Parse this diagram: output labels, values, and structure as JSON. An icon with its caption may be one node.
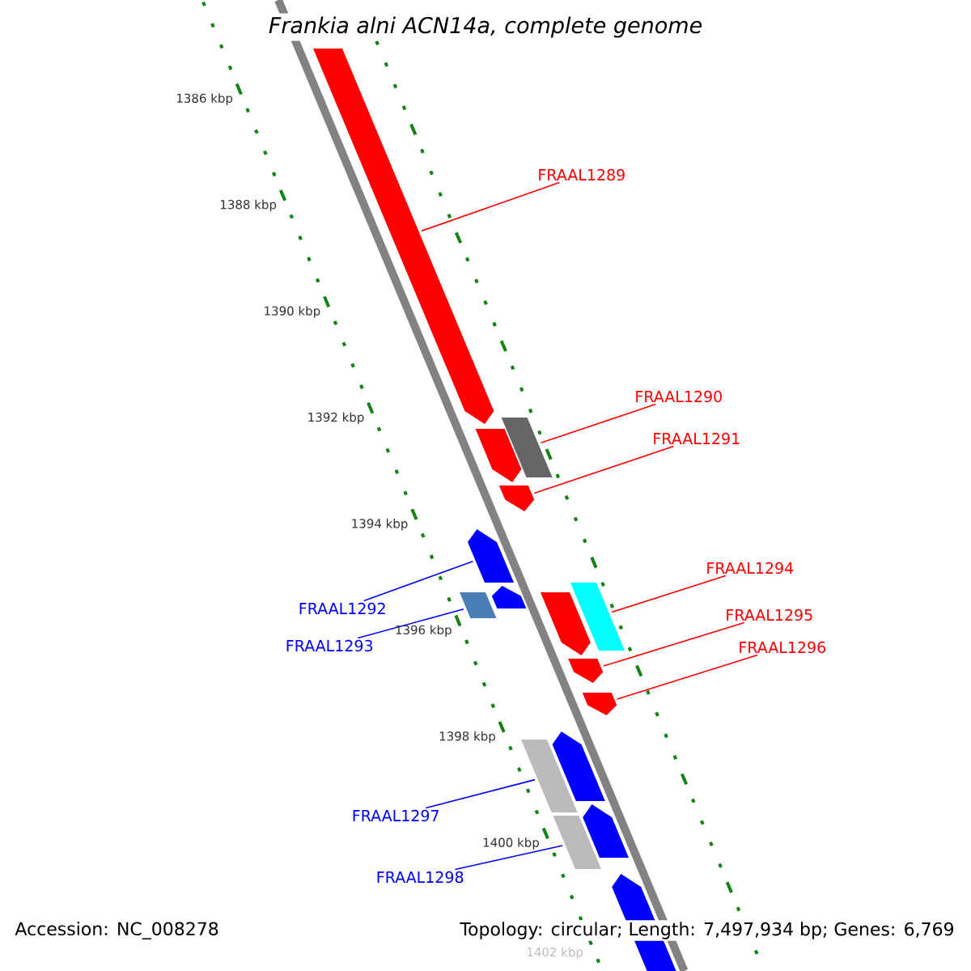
{
  "diagram": {
    "title": "Frankia alni ACN14a, complete genome",
    "nodes": [
      {
        "text": [
          "FRAAL1289"
        ]
      },
      {
        "text": [
          "FRAAL1290"
        ]
      },
      {
        "text": [
          "FRAAL1291"
        ]
      },
      {
        "text": [
          "FRAAL1292"
        ]
      },
      {
        "text": [
          "FRAAL1293"
        ]
      },
      {
        "text": [
          "FRAAL1294"
        ]
      },
      {
        "text": [
          "FRAAL1295"
        ]
      },
      {
        "text": [
          "FRAAL1296"
        ]
      },
      {
        "text": [
          "FRAAL1297"
        ]
      },
      {
        "text": [
          "FRAAL1298"
        ]
      },
      {
        "text": [],
        "shape": "pentagon"
      },
      {
        "text": [],
        "shape": "box"
      },
      {
        "text": [],
        "shape": "pentagon"
      },
      {
        "text": [],
        "shape": "pentagon"
      },
      {
        "text": [],
        "shape": "pentagon"
      },
      {
        "text": [],
        "shape": "box"
      },
      {
        "text": [],
        "shape": "pentagon"
      },
      {
        "text": [],
        "shape": "box"
      },
      {
        "text": [],
        "shape": "pentagon"
      },
      {
        "text": [],
        "shape": "pentagon"
      },
      {
        "text": [],
        "shape": "pentagon"
      },
      {
        "text": [],
        "shape": "pentagon"
      },
      {
        "text": [],
        "shape": "box"
      },
      {
        "text": [],
        "shape": "pentagon"
      },
      {
        "text": [],
        "shape": "box"
      },
      {
        "text": [],
        "shape": "pentagon"
      }
    ],
    "edges": [
      {
        "from": 0,
        "to": 10,
        "arrow": "none",
        "color": "#ff0000"
      },
      {
        "from": 1,
        "to": 11,
        "arrow": "none",
        "color": "#ff0000"
      },
      {
        "from": 2,
        "to": 13,
        "arrow": "none",
        "color": "#ff0000"
      },
      {
        "from": 3,
        "to": 14,
        "arrow": "none",
        "color": "#0000ff"
      },
      {
        "from": 4,
        "to": 17,
        "arrow": "none",
        "color": "#0000ff"
      },
      {
        "from": 5,
        "to": 15,
        "arrow": "none",
        "color": "#ff0000"
      },
      {
        "from": 6,
        "to": 19,
        "arrow": "none",
        "color": "#ff0000"
      },
      {
        "from": 7,
        "to": 20,
        "arrow": "none",
        "color": "#ff0000"
      },
      {
        "from": 8,
        "to": 22,
        "arrow": "none",
        "color": "#0000ff"
      },
      {
        "from": 9,
        "to": 24,
        "arrow": "none",
        "color": "#0000ff"
      }
    ],
    "labels": [
      "1386 kbp",
      "1388 kbp",
      "1390 kbp",
      "1392 kbp",
      "1394 kbp",
      "1396 kbp",
      "1398 kbp",
      "1400 kbp",
      "1402 kbp",
      "Accession: NC_008278",
      "Topology: circular; Length: 7,497,934 bp; Genes: 6,769"
    ]
  }
}
